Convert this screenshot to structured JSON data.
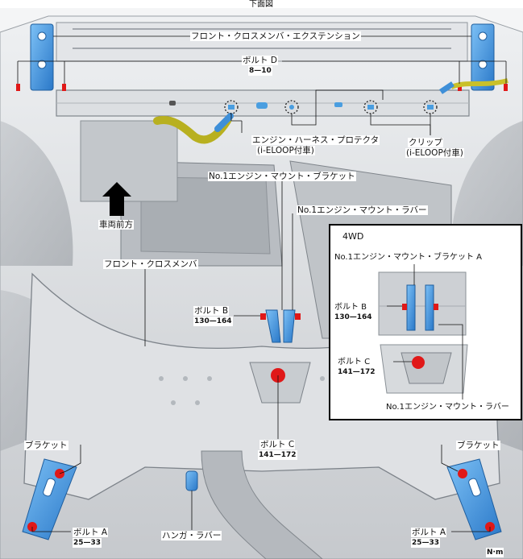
{
  "view_title": "下面図",
  "labels": {
    "front_crossmember_extension": "フロント・クロスメンバ・エクステンション",
    "bolt_d": "ボルト D",
    "bolt_d_torque": "8—10",
    "engine_harness_protector": "エンジン・ハーネス・プロテクタ",
    "engine_harness_protector_note": "(i-ELOOP付車)",
    "clip": "クリップ",
    "clip_note": "(i-ELOOP付車)",
    "no1_mount_bracket": "No.1エンジン・マウント・ブラケット",
    "no1_mount_rubber": "No.1エンジン・マウント・ラバー",
    "vehicle_front": "車両前方",
    "front_crossmember": "フロント・クロスメンバ",
    "bolt_b": "ボルト B",
    "bolt_b_torque": "130—164",
    "bolt_c": "ボルト C",
    "bolt_c_torque": "141—172",
    "bracket_left": "ブラケット",
    "bracket_right": "ブラケット",
    "bolt_a_left": "ボルト A",
    "bolt_a_left_torque": "25—33",
    "bolt_a_right": "ボルト A",
    "bolt_a_right_torque": "25—33",
    "hanger_rubber": "ハンガ・ラバー",
    "unit": "N·m"
  },
  "inset": {
    "title": "4WD",
    "mount_bracket_a": "No.1エンジン・マウント・ブラケット A",
    "bolt_b": "ボルト B",
    "bolt_b_torque": "130—164",
    "bolt_c": "ボルト C",
    "bolt_c_torque": "141—172",
    "mount_rubber": "No.1エンジン・マウント・ラバー"
  },
  "colors": {
    "part_blue": "#3e8fd8",
    "bolt_red": "#e01818",
    "harness_yellow": "#c9c02a",
    "metal_gray": "#c9ccd0"
  }
}
